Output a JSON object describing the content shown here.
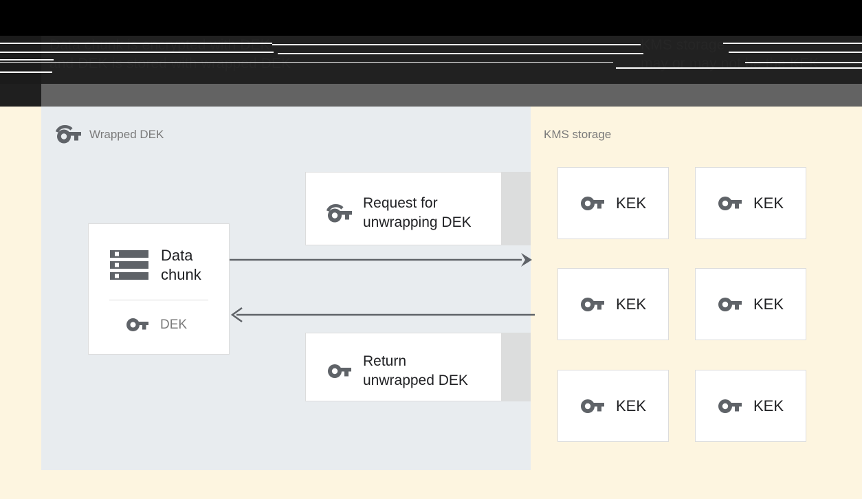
{
  "header": {
    "line_left": "Data chunk is encrypted with DEK\nand DEK is stored with wrapped DEK",
    "line_right": "KMS storage\nmay or may not be the KEK",
    "obscured": true
  },
  "colors": {
    "page_background": "#fdf5e0",
    "left_panel_background": "#e8ecef",
    "card_background": "#ffffff",
    "card_border": "#dcdcdc",
    "card_clip_shadow": "#dcdddd",
    "icon_gray": "#5f6368",
    "text_primary": "#202124",
    "text_muted": "#7a7a7a",
    "arrow_stroke": "#5f6368",
    "top_bar_black": "#000000",
    "top_bar_dark": "#212121",
    "top_bar_gray": "#636363"
  },
  "left_panel": {
    "title": "Wrapped DEK",
    "title_icon": "wrapped-key-icon",
    "data_chunk_card": {
      "icon": "server-storage-icon",
      "label": "Data\nchunk",
      "divider": true,
      "key_icon": "key-icon",
      "key_label": "DEK"
    },
    "request_card": {
      "icon": "wrapped-key-icon",
      "label": "Request for\nunwrapping DEK"
    },
    "return_card": {
      "icon": "key-icon",
      "label": "Return\nunwrapped DEK"
    },
    "arrows": [
      {
        "name": "arrow-request-right",
        "direction": "right",
        "head": "filled"
      },
      {
        "name": "arrow-return-left",
        "direction": "left",
        "head": "open-chevron"
      }
    ]
  },
  "right_panel": {
    "title": "KMS storage",
    "keks": [
      {
        "icon": "key-icon",
        "label": "KEK"
      },
      {
        "icon": "key-icon",
        "label": "KEK"
      },
      {
        "icon": "key-icon",
        "label": "KEK"
      },
      {
        "icon": "key-icon",
        "label": "KEK"
      },
      {
        "icon": "key-icon",
        "label": "KEK"
      },
      {
        "icon": "key-icon",
        "label": "KEK"
      }
    ]
  }
}
